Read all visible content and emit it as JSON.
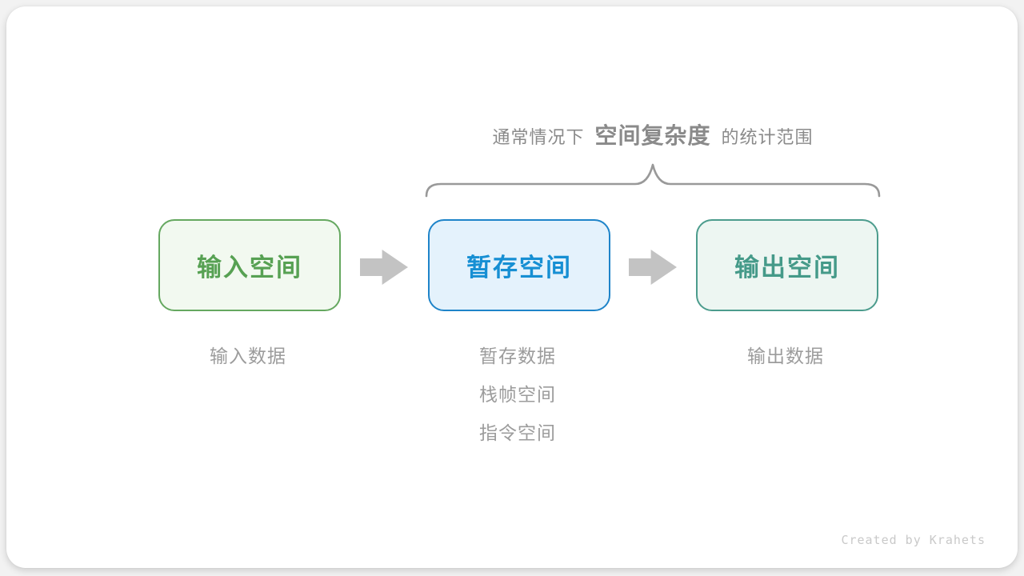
{
  "header": {
    "prefix": "通常情况下",
    "highlight": "空间复杂度",
    "suffix": "的统计范围"
  },
  "boxes": [
    {
      "label": "输入空间",
      "text_color": "#57a153",
      "border_color": "#65a860",
      "bg_color": "#f2f9f0"
    },
    {
      "label": "暂存空间",
      "text_color": "#168fd3",
      "border_color": "#1e84c9",
      "bg_color": "#e4f2fc"
    },
    {
      "label": "输出空间",
      "text_color": "#459a89",
      "border_color": "#4c9c8d",
      "bg_color": "#edf6f2"
    }
  ],
  "notes": {
    "input": {
      "line1": "输入数据"
    },
    "temp": {
      "line1": "暂存数据",
      "line2": "栈帧空间",
      "line3": "指令空间"
    },
    "output": {
      "line1": "输出数据"
    }
  },
  "footer": {
    "credit": "Created by Krahets"
  },
  "colors": {
    "arrow": "#c3c3c3",
    "brace": "#999999",
    "title_text": "#8a8a8a",
    "note_text": "#9c9c9c",
    "credit_text": "#c9c9c9"
  }
}
